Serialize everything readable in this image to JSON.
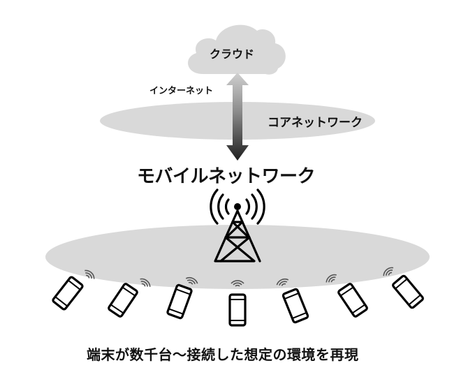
{
  "labels": {
    "cloud": "クラウド",
    "internet": "インターネット",
    "core_network": "コアネットワーク",
    "mobile_network": "モバイルネットワーク",
    "caption": "端末が数千台～接続した想定の環境を再現"
  },
  "colors": {
    "cloud_fill": "#d9d9d9",
    "ellipse_fill": "#d9d9d9",
    "arrow_light": "#c8c8c8",
    "arrow_dark": "#222222",
    "ink": "#111111"
  },
  "icons": {
    "cloud": "cloud-icon",
    "arrow": "double-arrow-icon",
    "tower": "radio-tower-icon",
    "device": "smartphone-icon",
    "signal": "wifi-signal-icon"
  }
}
